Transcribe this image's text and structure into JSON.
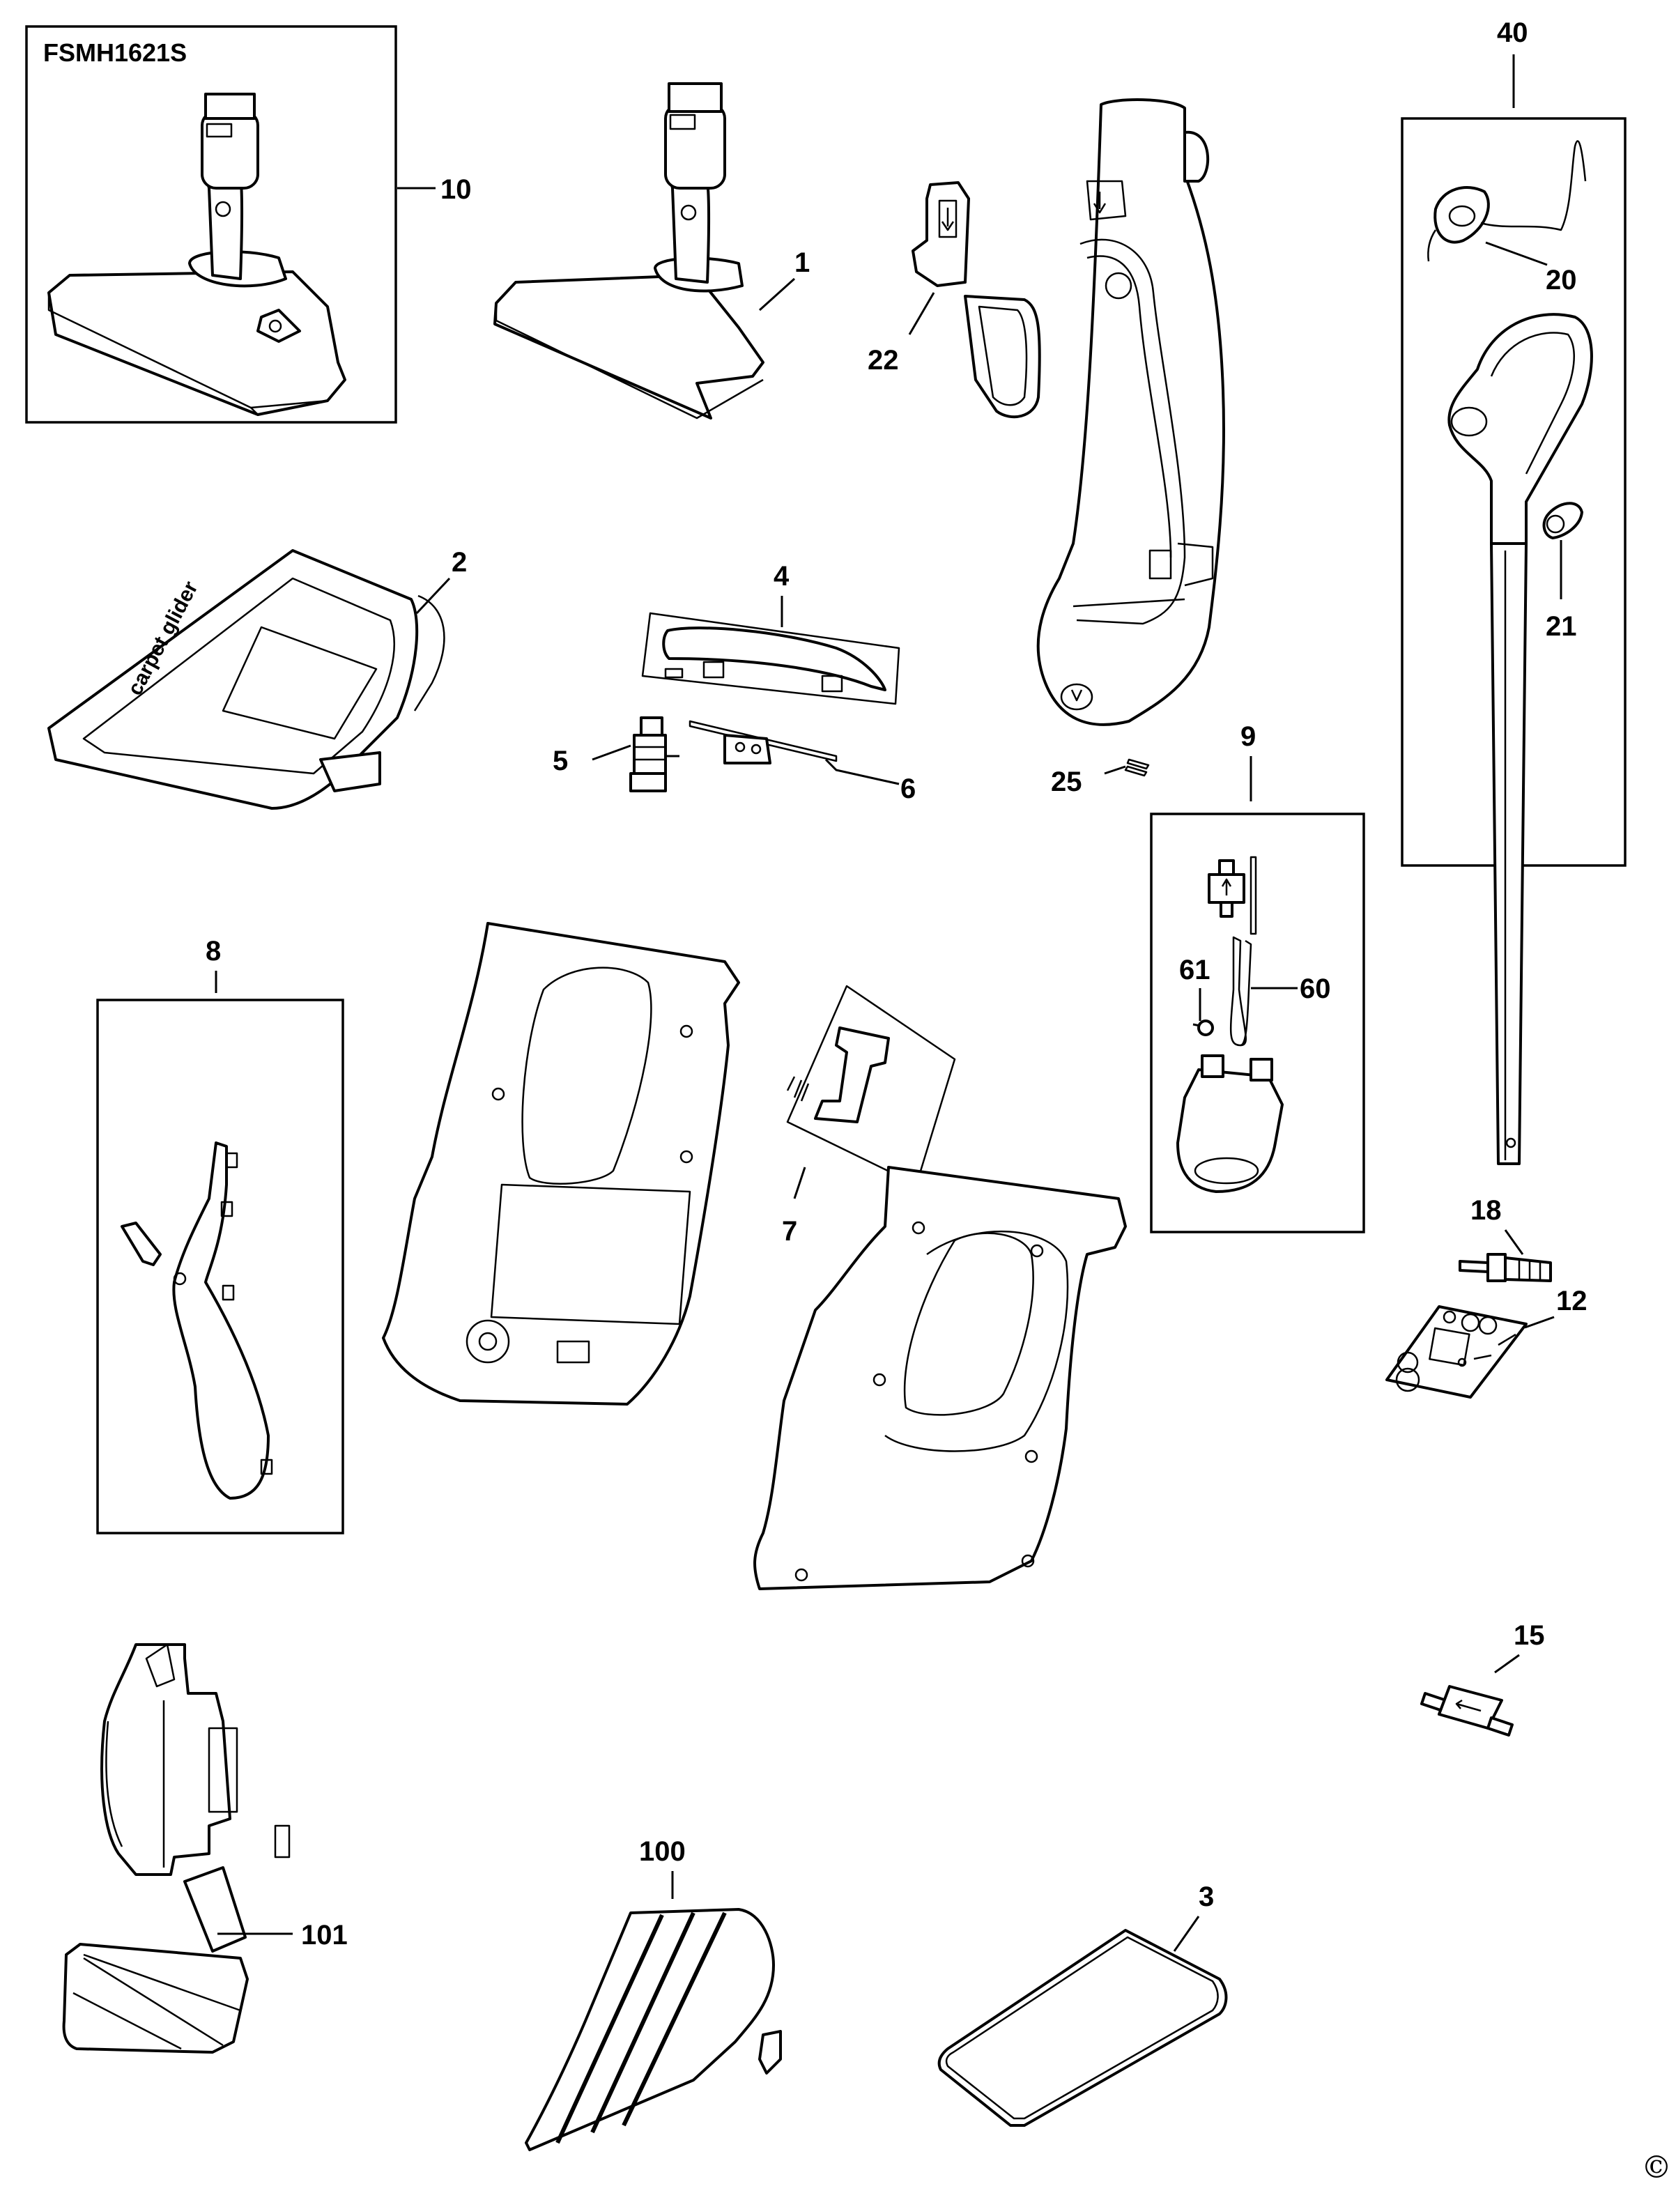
{
  "diagram": {
    "title": "FSMH1621S",
    "copyright": "©",
    "embossed_text": "carpet glider",
    "parts": [
      {
        "id": "p10",
        "label": "10",
        "name": "steam-mop-head-assembly-complete"
      },
      {
        "id": "p1",
        "label": "1",
        "name": "mop-head"
      },
      {
        "id": "p22",
        "label": "22",
        "name": "release-latch"
      },
      {
        "id": "p40",
        "label": "40",
        "name": "handle-assembly"
      },
      {
        "id": "p20",
        "label": "20",
        "name": "switch-with-wire"
      },
      {
        "id": "p21",
        "label": "21",
        "name": "cord-clip"
      },
      {
        "id": "p2",
        "label": "2",
        "name": "carpet-glider"
      },
      {
        "id": "p4",
        "label": "4",
        "name": "trim-cover"
      },
      {
        "id": "p5",
        "label": "5",
        "name": "switch"
      },
      {
        "id": "p6",
        "label": "6",
        "name": "spring-bracket"
      },
      {
        "id": "p25",
        "label": "25",
        "name": "spring"
      },
      {
        "id": "p9",
        "label": "9",
        "name": "pump-assembly"
      },
      {
        "id": "p61",
        "label": "61",
        "name": "clamp"
      },
      {
        "id": "p60",
        "label": "60",
        "name": "tube"
      },
      {
        "id": "p8",
        "label": "8",
        "name": "side-cover-kit"
      },
      {
        "id": "p7",
        "label": "7",
        "name": "trigger-kit"
      },
      {
        "id": "p18",
        "label": "18",
        "name": "valve"
      },
      {
        "id": "p12",
        "label": "12",
        "name": "gasket-set"
      },
      {
        "id": "p15",
        "label": "15",
        "name": "filter"
      },
      {
        "id": "p100",
        "label": "100",
        "name": "microfibre-pad"
      },
      {
        "id": "p101",
        "label": "101",
        "name": "scrubbing-pad"
      },
      {
        "id": "p3",
        "label": "3",
        "name": "cloth"
      }
    ]
  }
}
